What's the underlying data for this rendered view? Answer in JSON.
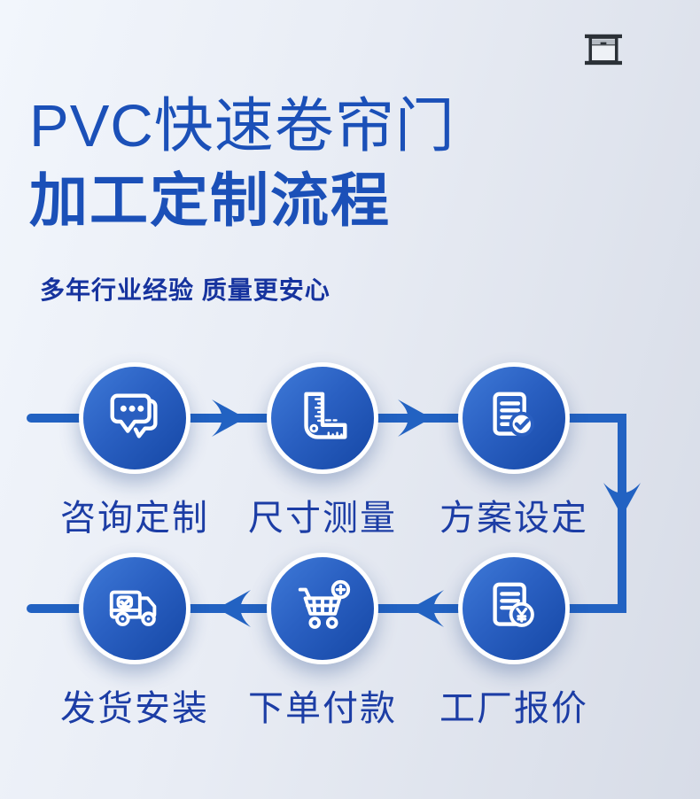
{
  "page": {
    "title_line1": "PVC快速卷帘门",
    "title_line2": "加工定制流程",
    "subtitle": "多年行业经验 质量更安心",
    "corner_icon": "roller-door-icon"
  },
  "colors": {
    "title_blue": "#1b50b8",
    "subtitle_blue": "#16339e",
    "label_blue": "#1c3da5",
    "connector_blue": "#2262c2",
    "circle_gradient_start": "#3f7ad8",
    "circle_gradient_end": "#1547a5",
    "icon_white": "#ffffff",
    "door_icon_dark": "#2b3137",
    "background_light": "#f2f6fc",
    "background_dark": "#d7dce7"
  },
  "flow": {
    "direction": "row1 left-to-right, down, row2 right-to-left",
    "steps": [
      {
        "label": "咨询定制",
        "icon": "chat-bubbles-icon"
      },
      {
        "label": "尺寸测量",
        "icon": "ruler-square-icon"
      },
      {
        "label": "方案设定",
        "icon": "document-check-icon"
      },
      {
        "label": "工厂报价",
        "icon": "document-yen-icon"
      },
      {
        "label": "下单付款",
        "icon": "cart-plus-icon"
      },
      {
        "label": "发货安装",
        "icon": "truck-check-icon"
      }
    ]
  }
}
